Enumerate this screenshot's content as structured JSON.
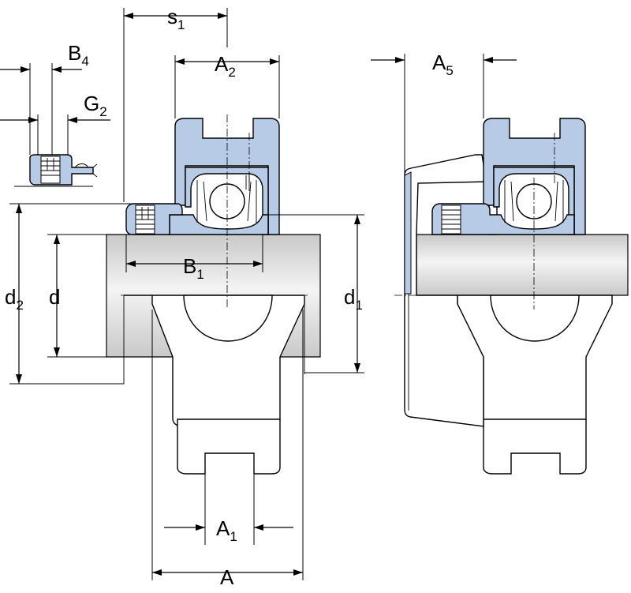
{
  "labels": {
    "s1": {
      "main": "s",
      "sub": "1"
    },
    "A2": {
      "main": "A",
      "sub": "2"
    },
    "A5": {
      "main": "A",
      "sub": "5"
    },
    "B4": {
      "main": "B",
      "sub": "4"
    },
    "G2": {
      "main": "G",
      "sub": "2"
    },
    "B1": {
      "main": "B",
      "sub": "1"
    },
    "d2": {
      "main": "d",
      "sub": "2"
    },
    "d": {
      "main": "d"
    },
    "d1": {
      "main": "d",
      "sub": "1"
    },
    "A1": {
      "main": "A",
      "sub": "1"
    },
    "A": {
      "main": "A"
    }
  },
  "colors": {
    "housing_fill": "#b8cbe6",
    "shaft_light": "#f4f4f4",
    "shaft_dark": "#c9c9c9",
    "line": "#000000"
  }
}
